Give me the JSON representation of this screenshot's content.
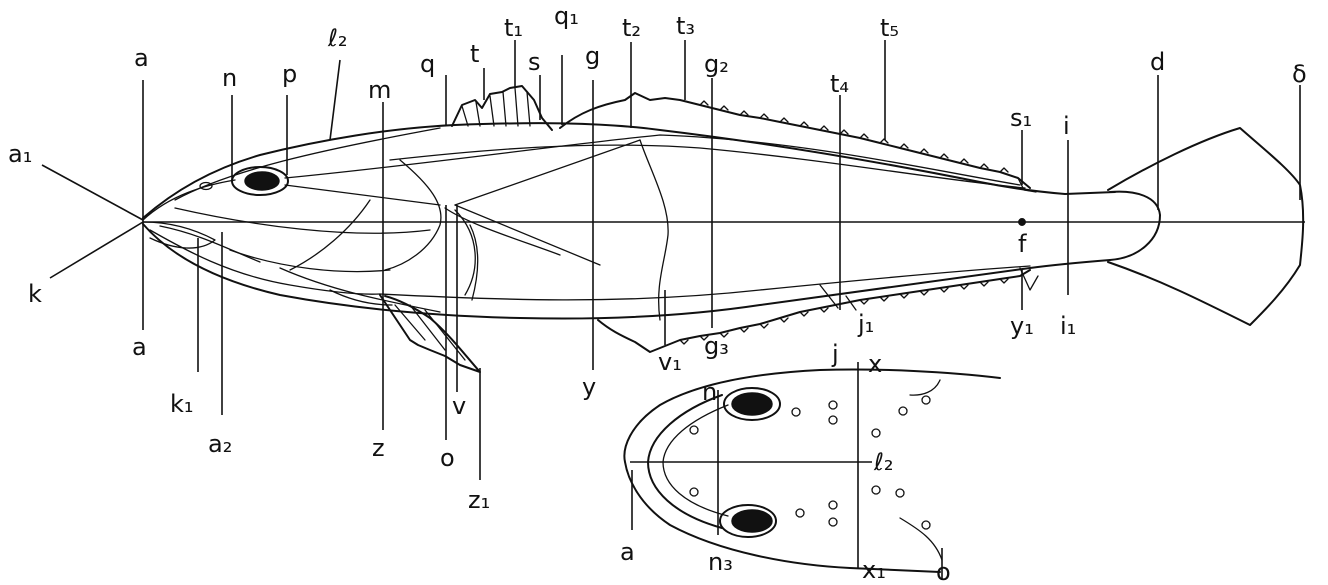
{
  "side_view": {
    "labels": {
      "a_top": "a",
      "a_bottom": "a",
      "a1": "a₁",
      "k": "k",
      "k1": "k₁",
      "a2": "a₂",
      "n": "n",
      "p": "p",
      "l2": "ℓ₂",
      "m": "m",
      "q": "q",
      "t": "t",
      "t1": "t₁",
      "s": "s",
      "q1": "q₁",
      "g": "g",
      "t2": "t₂",
      "t3": "t₃",
      "g2": "g₂",
      "t4": "t₄",
      "t5": "t₅",
      "s1": "s₁",
      "i": "i",
      "d": "d",
      "delta": "δ",
      "f": "f",
      "i1": "i₁",
      "y1": "y₁",
      "j1": "j₁",
      "j": "j",
      "g3": "g₃",
      "v1": "v₁",
      "y": "y",
      "v": "v",
      "o": "o",
      "z": "z",
      "z1": "z₁"
    }
  },
  "head_view": {
    "labels": {
      "n": "n",
      "x": "x",
      "l2": "ℓ₂",
      "a": "a",
      "n3": "n₃",
      "x1": "x₁",
      "o": "o"
    }
  }
}
